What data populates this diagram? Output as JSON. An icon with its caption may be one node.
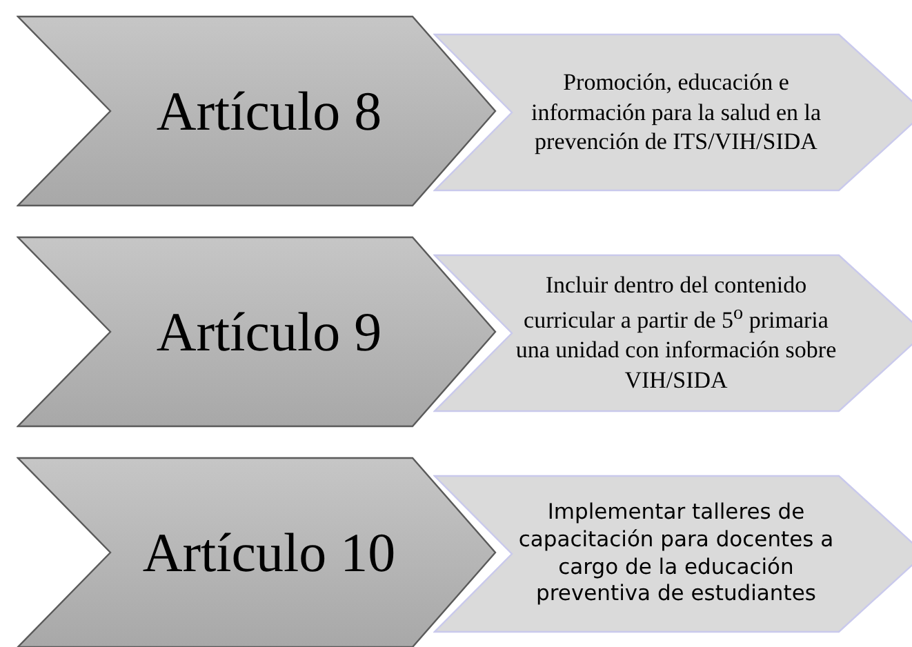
{
  "diagram": {
    "nodes": [
      {
        "text": [
          "Artículo 8"
        ]
      },
      {
        "text": [
          "Promoción, educación e información para la salud en la prevención de ITS/VIH/SIDA"
        ]
      },
      {
        "text": [
          "Artículo 9"
        ]
      },
      {
        "text": [
          "Incluir dentro del contenido curricular a partir de 5$^{o}$ primaria una unidad con información sobre VIH/SIDA"
        ]
      },
      {
        "text": [
          "Artículo 10"
        ]
      },
      {
        "text": [
          "Implementar talleres de capacitación para docentes a cargo de la educación preventiva de estudiantes"
        ]
      }
    ]
  }
}
